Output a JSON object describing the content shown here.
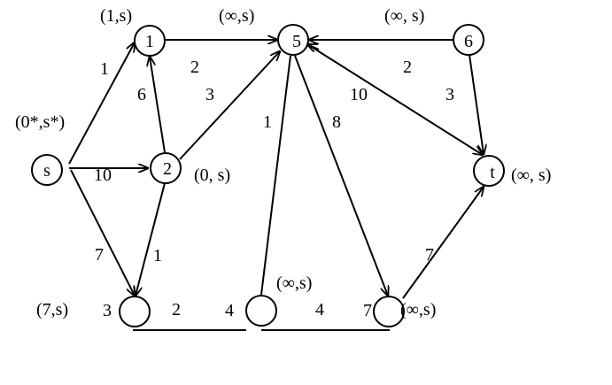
{
  "nodes": [
    {
      "id": "s",
      "name": "s",
      "label": "(0*,s*)"
    },
    {
      "id": "n1",
      "name": "1",
      "label": "(1,s)"
    },
    {
      "id": "n2",
      "name": "2",
      "label": "(0, s)"
    },
    {
      "id": "n3",
      "name": "",
      "side_number": "3",
      "label": "(7,s)"
    },
    {
      "id": "n4",
      "name": "",
      "side_number": "4",
      "label": "(∞,s)"
    },
    {
      "id": "n5",
      "name": "5",
      "label": "(∞,s)"
    },
    {
      "id": "n6",
      "name": "6",
      "label": "(∞, s)"
    },
    {
      "id": "n7",
      "name": "",
      "side_number": "7",
      "label": "(∞,s)"
    },
    {
      "id": "t",
      "name": "t",
      "label": "(∞,  s)"
    }
  ],
  "edges": [
    {
      "id": "s-1",
      "from": "s",
      "to": "n1",
      "directed": true,
      "weight": "1"
    },
    {
      "id": "s-2",
      "from": "s",
      "to": "n2",
      "directed": true,
      "weight": "10"
    },
    {
      "id": "s-3",
      "from": "s",
      "to": "n3",
      "directed": true,
      "weight": "7"
    },
    {
      "id": "2-1",
      "from": "n2",
      "to": "n1",
      "directed": true,
      "weight": "6"
    },
    {
      "id": "1-5",
      "from": "n1",
      "to": "n5",
      "directed": true,
      "weight": "2"
    },
    {
      "id": "2-5",
      "from": "n2",
      "to": "n5",
      "directed": true,
      "weight": "3"
    },
    {
      "id": "2-3",
      "from": "n2",
      "to": "n3",
      "directed": true,
      "weight": "1"
    },
    {
      "id": "6-5",
      "from": "n6",
      "to": "n5",
      "directed": true,
      "weight": ""
    },
    {
      "id": "5-t",
      "from": "n5",
      "to": "t",
      "directed": true,
      "weight": "10"
    },
    {
      "id": "6-t",
      "from": "n6",
      "to": "t",
      "directed": true,
      "weight": "3"
    },
    {
      "id": "4-5",
      "from": "n4",
      "to": "n5",
      "directed": false,
      "weight": "1"
    },
    {
      "id": "5-7",
      "from": "n5",
      "to": "n7",
      "directed": true,
      "weight": "8"
    },
    {
      "id": "3-4",
      "from": "n3",
      "to": "n4",
      "directed": false,
      "weight": "2"
    },
    {
      "id": "4-7",
      "from": "n4",
      "to": "n7",
      "directed": false,
      "weight": "4"
    },
    {
      "id": "7-t",
      "from": "n7",
      "to": "t",
      "directed": true,
      "weight": "7"
    }
  ],
  "extra_labels": {
    "five_six_weight": "2"
  }
}
